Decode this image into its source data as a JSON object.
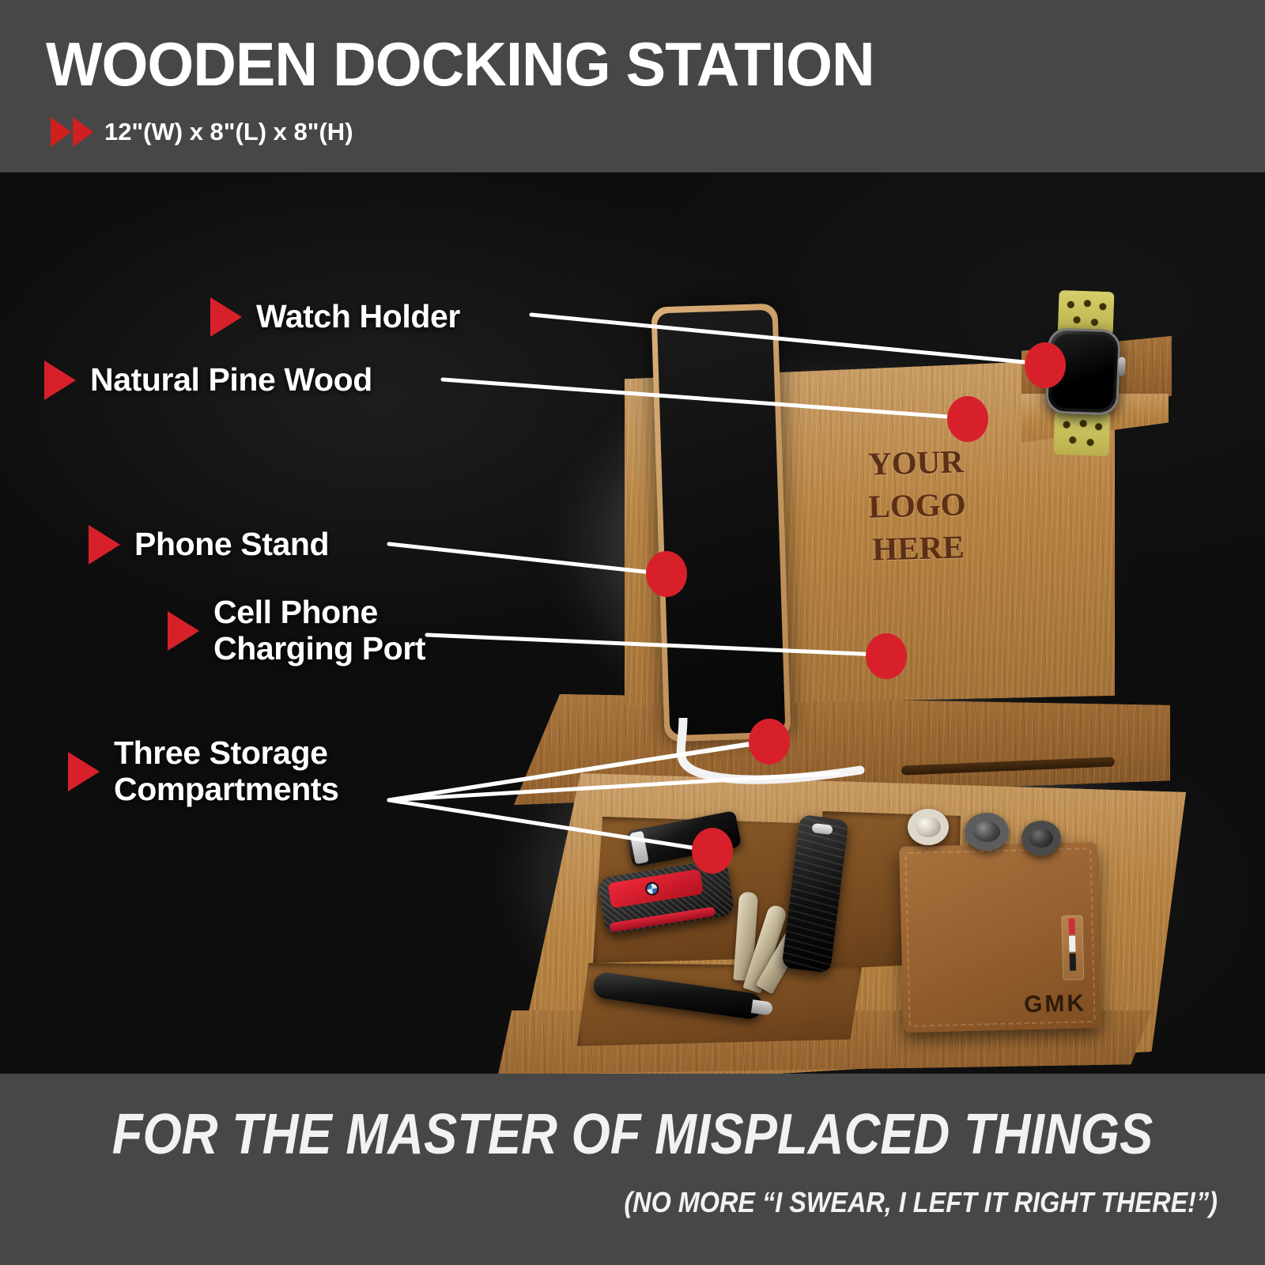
{
  "header": {
    "title": "WOODEN DOCKING STATION",
    "dimensions": "12\"(W) x 8\"(L) x 8\"(H)",
    "arrow_icon": "double-right-triangle-icon"
  },
  "product": {
    "logo_engraving": {
      "line1": "YOUR",
      "line2": "LOGO",
      "line3": "HERE"
    },
    "wallet_monogram": "GMK"
  },
  "callouts": [
    {
      "id": "watch-holder",
      "label": "Watch Holder",
      "marker_icon": "red-triangle-icon"
    },
    {
      "id": "pine-wood",
      "label": "Natural Pine Wood",
      "marker_icon": "red-triangle-icon"
    },
    {
      "id": "phone-stand",
      "label": "Phone Stand",
      "marker_icon": "red-triangle-icon"
    },
    {
      "id": "charging-port",
      "label": "Cell Phone\nCharging Port",
      "marker_icon": "red-triangle-icon"
    },
    {
      "id": "compartments",
      "label": "Three Storage\nCompartments",
      "marker_icon": "red-triangle-icon"
    }
  ],
  "footer": {
    "tagline": "FOR THE MASTER OF MISPLACED THINGS",
    "subtagline": "(NO MORE “I SWEAR, I LEFT IT RIGHT THERE!”)"
  },
  "colors": {
    "band": "#474747",
    "stage": "#0d0d0d",
    "accent_red": "#d8202b",
    "wood": "#b98348",
    "leader_line": "#ffffff",
    "engraving": "#5b2f18"
  }
}
